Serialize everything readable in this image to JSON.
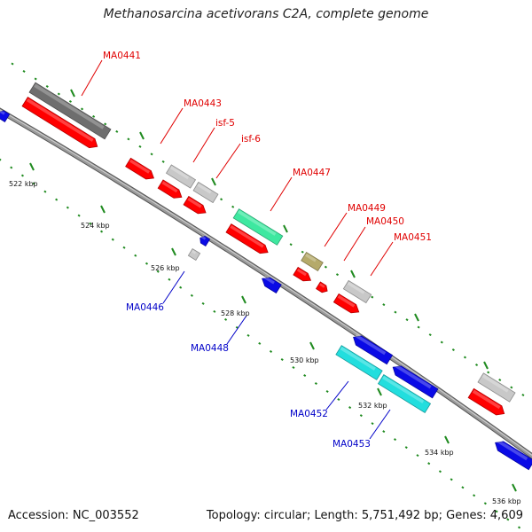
{
  "title": "Methanosarcina acetivorans C2A, complete genome",
  "footer": {
    "accession": "Accession: NC_003552",
    "summary": "Topology: circular; Length: 5,751,492 bp; Genes: 4,609"
  },
  "colors": {
    "backbone": "#8a8a8a",
    "ticks": "#1f8a1f",
    "forward_label": "#e00000",
    "reverse_label": "#0000c8",
    "red_gene": "#ff0000",
    "blue_gene": "#0a0ae6",
    "dark_gray_gene": "#6e6e6e",
    "light_gray_gene": "#c8c8c8",
    "green_gene": "#3ee8a0",
    "olive_gene": "#b5aa6a",
    "cyan_gene": "#22dede"
  },
  "kbp_labels": [
    "522 kbp",
    "524 kbp",
    "526 kbp",
    "528 kbp",
    "530 kbp",
    "532 kbp",
    "534 kbp",
    "536 kbp"
  ],
  "gene_labels": [
    {
      "text": "MA0441",
      "strand": "forward"
    },
    {
      "text": "MA0443",
      "strand": "forward"
    },
    {
      "text": "isf-5",
      "strand": "forward"
    },
    {
      "text": "isf-6",
      "strand": "forward"
    },
    {
      "text": "MA0447",
      "strand": "forward"
    },
    {
      "text": "MA0449",
      "strand": "forward"
    },
    {
      "text": "MA0450",
      "strand": "forward"
    },
    {
      "text": "MA0451",
      "strand": "forward"
    },
    {
      "text": "MA0446",
      "strand": "reverse"
    },
    {
      "text": "MA0448",
      "strand": "reverse"
    },
    {
      "text": "MA0452",
      "strand": "reverse"
    },
    {
      "text": "MA0453",
      "strand": "reverse"
    }
  ]
}
